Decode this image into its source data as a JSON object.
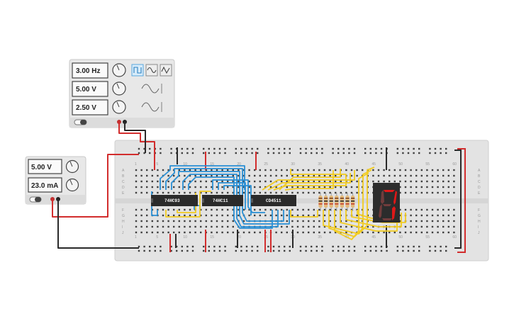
{
  "function_generator": {
    "frequency": "3.00 Hz",
    "amplitude": "5.00 V",
    "dc_offset": "2.50 V",
    "waveforms": [
      "square-wave-icon",
      "sine-wave-icon",
      "triangle-wave-icon"
    ],
    "selected_waveform": "square-wave-icon"
  },
  "power_supply": {
    "voltage": "5.00 V",
    "current": "23.0 mA"
  },
  "chips": {
    "chip1": "74HC93",
    "chip2": "74HC11",
    "chip3": "CD4511"
  },
  "display": {
    "digit": "7"
  },
  "breadboard": {
    "column_numbers": [
      "1",
      "5",
      "10",
      "15",
      "20",
      "25",
      "30",
      "35",
      "40",
      "45",
      "50",
      "55",
      "60"
    ],
    "row_letters_top": [
      "A",
      "B",
      "C",
      "D",
      "E"
    ],
    "row_letters_bottom": [
      "F",
      "G",
      "H",
      "I",
      "J"
    ]
  },
  "colors": {
    "wire_blue": "#2a8fd4",
    "wire_yellow": "#f2cc21",
    "wire_red": "#d22d2d",
    "wire_black": "#2a2a2a",
    "board": "#e5e5e5",
    "display_segment": "#e01818"
  }
}
